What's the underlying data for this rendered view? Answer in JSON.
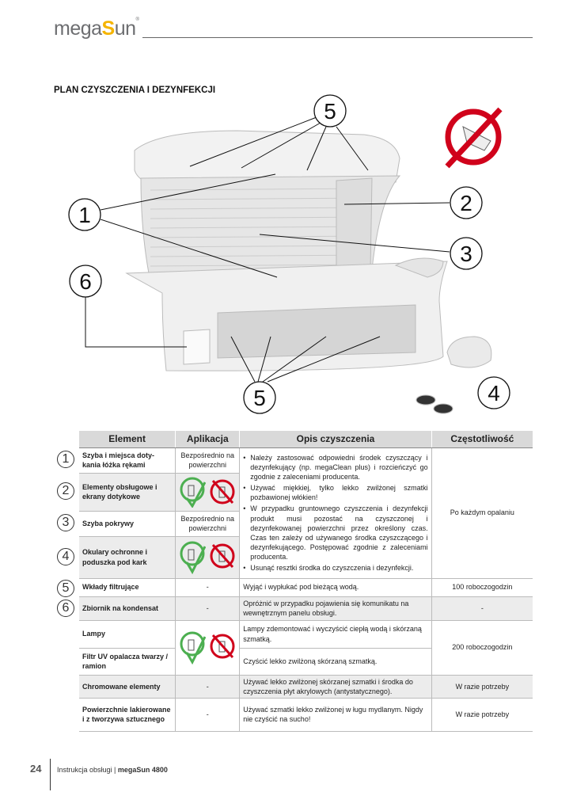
{
  "logo": {
    "text_a": "mega",
    "text_s": "S",
    "text_b": "un",
    "reg": "®"
  },
  "title": "PLAN CZYSZCZENIA I DEZYNFEKCJI",
  "callouts": [
    "1",
    "2",
    "3",
    "4",
    "5",
    "6",
    "5"
  ],
  "table": {
    "headers": [
      "Element",
      "Aplikacja",
      "Opis czyszczenia",
      "Częstotliwość"
    ],
    "rows": [
      {
        "num": "1",
        "element": "Szyba i miejsca doty-kania łóżka rękami",
        "aplikacja": "Bezpośrednio na powierzchni"
      },
      {
        "num": "2",
        "element": "Elementy obsługowe i ekrany dotykowe",
        "aplikacja": "icons"
      },
      {
        "num": "3",
        "element": "Szyba pokrywy",
        "aplikacja": "Bezpośrednio na powierzchni"
      },
      {
        "num": "4",
        "element": "Okulary ochronne i poduszka pod kark",
        "aplikacja": "icons"
      },
      {
        "num": "5",
        "element": "Wkłady filtrujące",
        "aplikacja": "-",
        "opis": "Wyjąć i wypłukać pod bieżącą wodą.",
        "freq": "100 roboczogodzin"
      },
      {
        "num": "6",
        "element": "Zbiornik na kondensat",
        "aplikacja": "-",
        "opis": "Opróżnić w przypadku pojawienia się komunikatu na wewnętrznym panelu obsługi.",
        "freq": "-"
      },
      {
        "element": "Lampy",
        "opis": "Lampy zdemontować i wyczyścić ciepłą wodą i skórzaną szmatką."
      },
      {
        "element": "Filtr UV opalacza twarzy / ramion",
        "opis": "Czyścić lekko zwilżoną skórzaną szmatką."
      },
      {
        "element": "Chromowane elementy",
        "aplikacja": "-",
        "opis": "Używać lekko zwilżonej skórzanej szmatki i środka do czyszczenia płyt akrylowych (antystatycznego).",
        "freq": "W razie potrzeby"
      },
      {
        "element": "Powierzchnie lakierowane i z tworzywa sztucznego",
        "aplikacja": "-",
        "opis": "Używać szmatki lekko zwilżonej w ługu mydlanym. Nigdy nie czyścić na sucho!",
        "freq": "W razie potrzeby"
      }
    ],
    "opis_group": [
      "Należy zastosować odpowiedni środek czyszczący i dezynfekujący (np. megaClean plus) i rozcieńczyć go zgodnie z zaleceniami producenta.",
      "Używać miękkiej, tylko lekko zwilżonej szmatki pozbawionej włókien!",
      "W przypadku gruntownego czyszczenia i dezynfekcji produkt musi pozostać na czyszczonej i dezynfekowanej powierzchni przez określony czas. Czas ten zależy od używanego środka czyszczącego i dezynfekującego. Postępować zgodnie z zaleceniami producenta.",
      "Usunąć resztki środka do czyszczenia i dezynfekcji."
    ],
    "freq_group": "Po każdym opalaniu",
    "freq_lamps": "200 roboczogodzin"
  },
  "footer": {
    "page": "24",
    "label": "Instrukcja obsługi | ",
    "product": "megaSun 4800"
  }
}
